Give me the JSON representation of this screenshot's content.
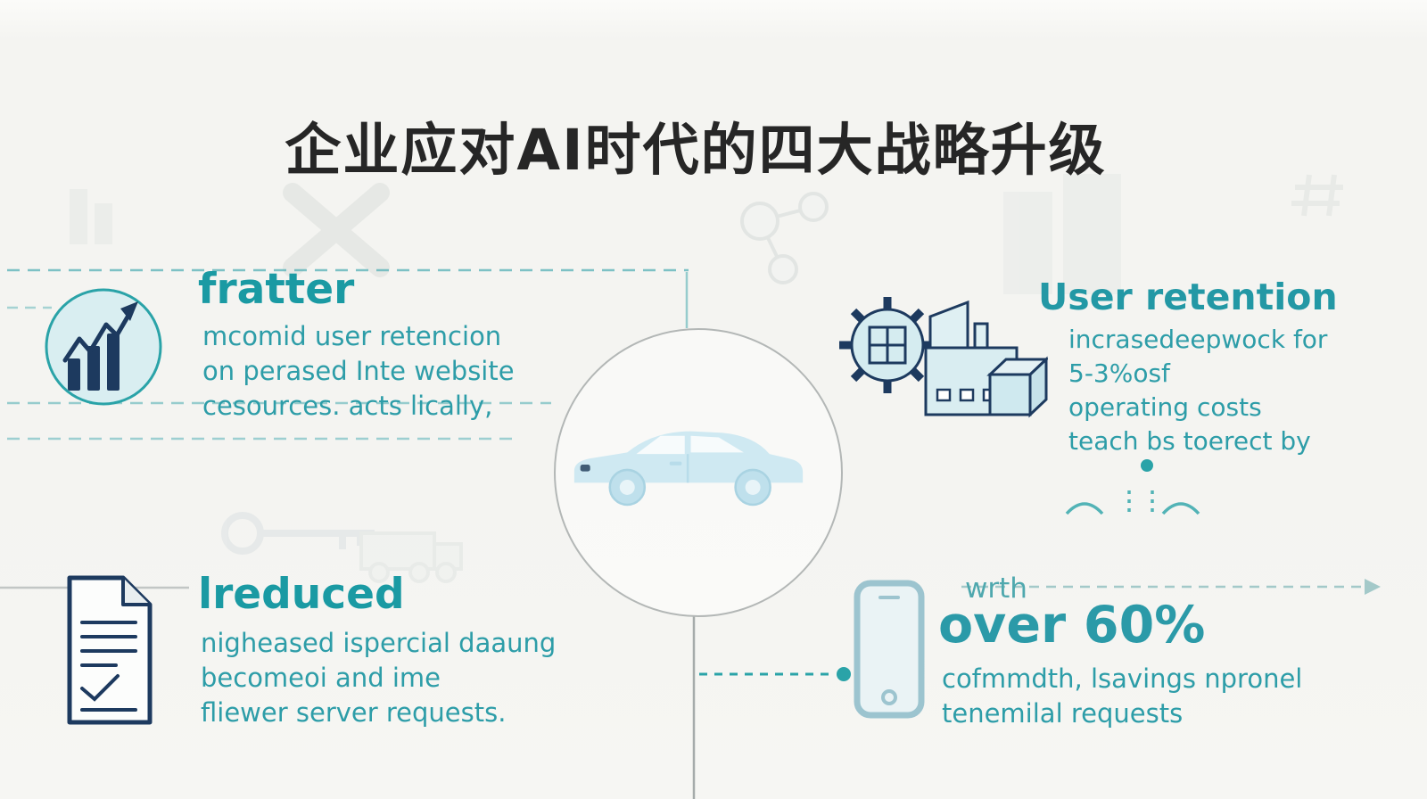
{
  "title": "企业应对AI时代的四大战略升级",
  "colors": {
    "teal": "#22a0a7",
    "teal_soft": "#56b0b6",
    "navy": "#1d3a5f",
    "icon_fill": "#d7ecf1",
    "line_gray": "#b5b9b8",
    "background": "#f4f4f1"
  },
  "sections": {
    "top_left": {
      "icon": "growth-bar-chart-icon",
      "heading": "fratter",
      "lines": [
        "mcomid user retencion",
        "on perased Inte website",
        "cesources. acts lically,"
      ]
    },
    "top_right": {
      "icon": "factory-machine-icon",
      "heading": "User retention",
      "lines": [
        "incrasedeepwock for",
        "5-3%osf",
        "operating costs",
        "teach bs toerect by"
      ]
    },
    "bottom_left": {
      "icon": "document-icon",
      "heading": "lreduced",
      "lines": [
        "nigheased ispercial daaung",
        "becomeoi and ime",
        "fliewer server requests."
      ]
    },
    "bottom_right": {
      "icon": "smartphone-icon",
      "lead_in": "wrth",
      "heading": "over 60%",
      "lines": [
        "cofmmdth, lsavings npronel",
        "tenemilal requests"
      ]
    }
  },
  "center": {
    "icon": "car-icon"
  }
}
